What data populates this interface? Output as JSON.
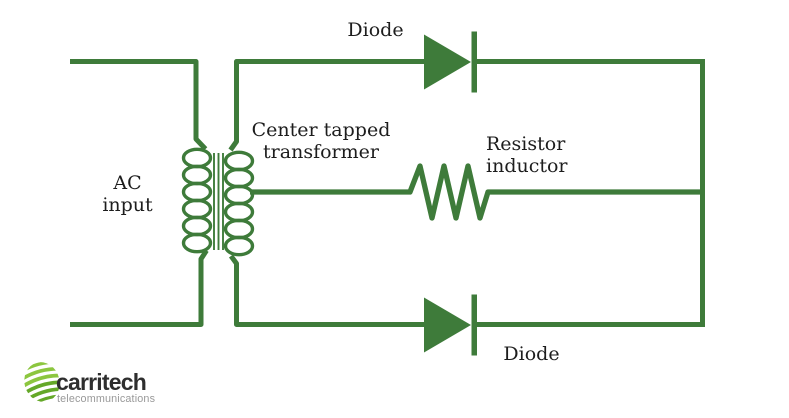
{
  "colors": {
    "circuit": "#3E7B3A",
    "label_text": "#1D1D1D",
    "logo_green": "#8CC63F",
    "logo_green_dark": "#64A828",
    "logo_wordmark": "#2E2E2E",
    "logo_subtext": "#999999",
    "background": "#FFFFFF"
  },
  "labels": {
    "diode_top": "Diode",
    "transformer": "Center tapped\ntransformer",
    "resistor_inductor": "Resistor\ninductor",
    "ac_input": "AC\ninput",
    "diode_bottom": "Diode"
  },
  "logo": {
    "wordmark": "carritech",
    "tagline": "telecommunications"
  }
}
